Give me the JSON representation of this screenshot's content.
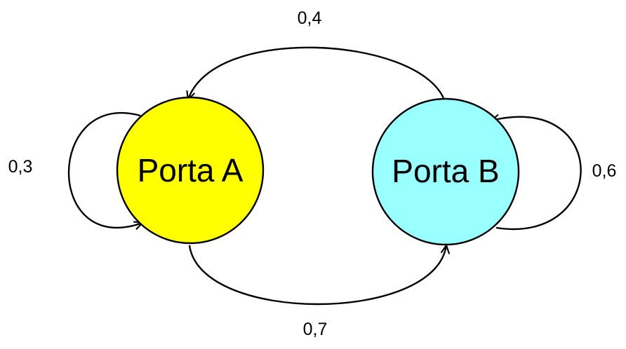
{
  "diagram": {
    "type": "state-transition",
    "nodes": [
      {
        "id": "a",
        "label": "Porta A",
        "color": "#ffff00"
      },
      {
        "id": "b",
        "label": "Porta B",
        "color": "#99ffff"
      }
    ],
    "edges": [
      {
        "from": "a",
        "to": "a",
        "label": "0,3"
      },
      {
        "from": "a",
        "to": "b",
        "label": "0,7"
      },
      {
        "from": "b",
        "to": "a",
        "label": "0,4"
      },
      {
        "from": "b",
        "to": "b",
        "label": "0,6"
      }
    ]
  }
}
